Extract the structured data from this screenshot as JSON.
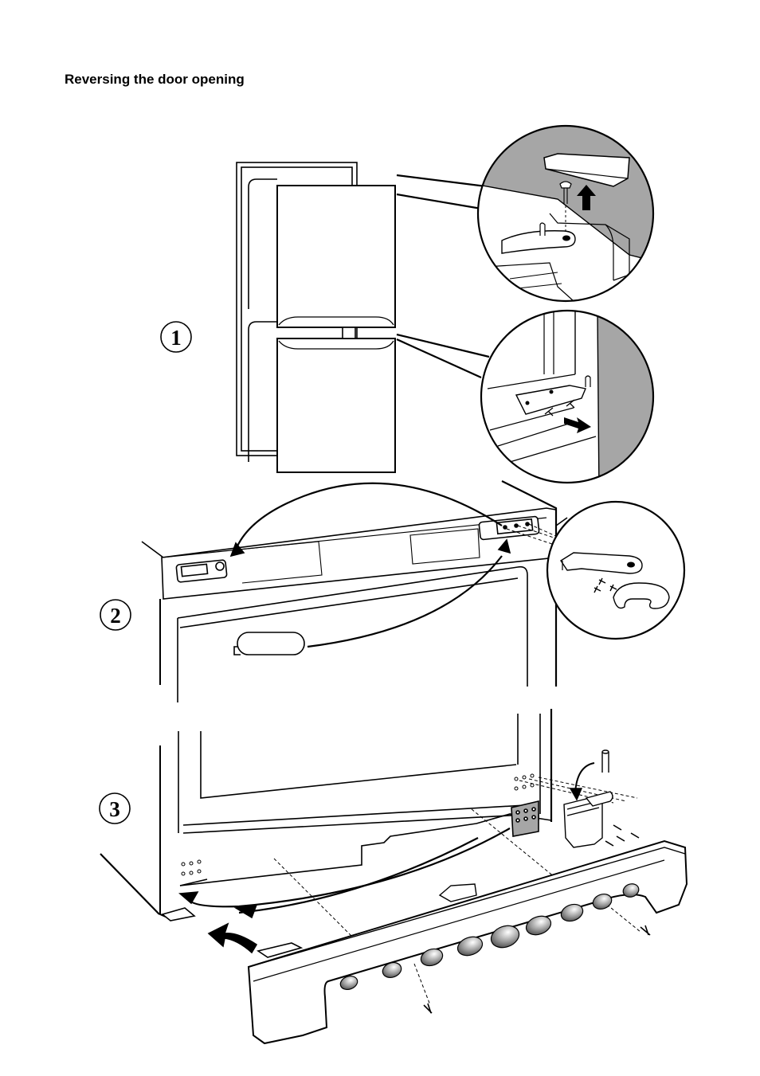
{
  "page": {
    "title": "Reversing the door opening"
  },
  "steps": [
    {
      "number": "1"
    },
    {
      "number": "2"
    },
    {
      "number": "3"
    }
  ],
  "colors": {
    "ink": "#000000",
    "shade": "#a6a6a6",
    "paper": "#ffffff"
  }
}
